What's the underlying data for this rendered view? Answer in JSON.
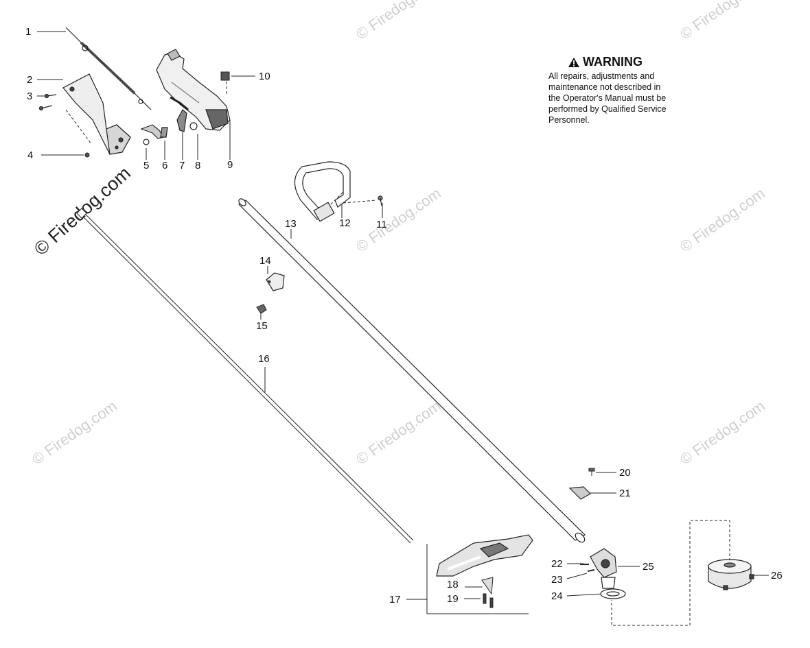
{
  "watermark": {
    "text": "© Firedog.com"
  },
  "warning": {
    "title": "WARNING",
    "icon": "warning-triangle-icon",
    "lines": [
      "All repairs, adjustments and",
      "maintenance not described in",
      "the Operator's Manual must be",
      "performed by Qualified Service",
      "Personnel."
    ]
  },
  "parts": {
    "p1": "1",
    "p2": "2",
    "p3": "3",
    "p4": "4",
    "p5": "5",
    "p6": "6",
    "p7": "7",
    "p8": "8",
    "p9": "9",
    "p10": "10",
    "p11": "11",
    "p12": "12",
    "p13": "13",
    "p14": "14",
    "p15": "15",
    "p16": "16",
    "p17": "17",
    "p18": "18",
    "p19": "19",
    "p20": "20",
    "p21": "21",
    "p22": "22",
    "p23": "23",
    "p24": "24",
    "p25": "25",
    "p26": "26"
  }
}
